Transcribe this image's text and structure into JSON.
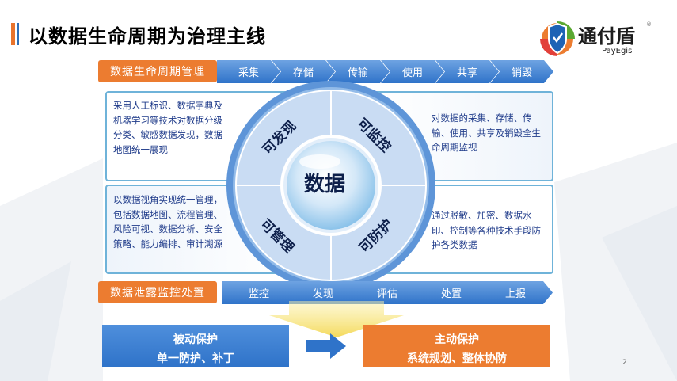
{
  "title": "以数据生命周期为治理主线",
  "logo": {
    "name": "通付盾",
    "sub": "PayEgis",
    "reg": "®"
  },
  "lifecycle": {
    "label": "数据生命周期管理",
    "stages": [
      "采集",
      "存储",
      "传输",
      "使用",
      "共享",
      "销毁"
    ]
  },
  "quadrants": {
    "top_left": "采用人工标识、数据字典及机器学习等技术对数据分级分类、敏感数据发现，数据地图统一展现",
    "top_right": "对数据的采集、存储、传输、使用、共享及销毁全生命周期监视",
    "bottom_left": "以数据视角实现统一管理，包括数据地图、流程管理、风险可视、数据分析、安全策略、能力编排、审计溯源",
    "bottom_right": "通过脱敏、加密、数据水印、控制等各种技术手段防护各类数据"
  },
  "wheel": {
    "center": "数据",
    "q1": "可发现",
    "q2": "可监控",
    "q3": "可管理",
    "q4": "可防护"
  },
  "leak": {
    "label": "数据泄露监控处置",
    "stages": [
      "监控",
      "发现",
      "评估",
      "处置",
      "上报"
    ]
  },
  "passive": {
    "title": "被动保护",
    "desc": "单一防护、补丁"
  },
  "active": {
    "title": "主动保护",
    "desc": "系统规划、整体协防"
  },
  "colors": {
    "orange": "#ec7c30",
    "blue": "#2f73c9",
    "light_blue": "#6fb3d9"
  },
  "page_number": "2"
}
